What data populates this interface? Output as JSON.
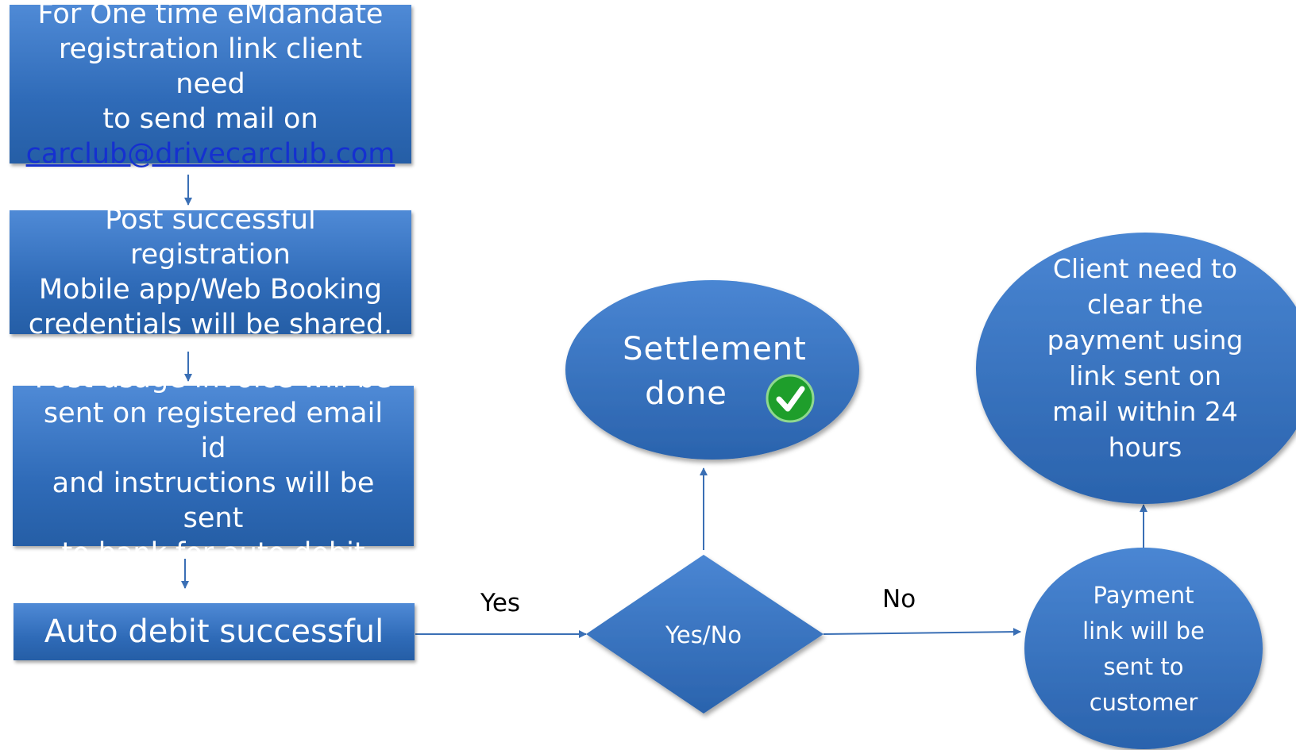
{
  "flow": {
    "step1": {
      "text": "For One time eMdandate\nregistration link client need\nto send mail on",
      "email": "carclub@drivecarclub.com"
    },
    "step2": {
      "text": "Post successful registration\nMobile app/Web Booking\ncredentials will be shared."
    },
    "step3": {
      "text": "Post usage invoice will be\nsent on registered email id\nand instructions will be sent\nto bank for auto debit"
    },
    "step4": {
      "text": "Auto debit successful"
    },
    "decision": {
      "text": "Yes/No"
    },
    "yes_label": "Yes",
    "no_label": "No",
    "settlement": {
      "line1": "Settlement",
      "line2": "done"
    },
    "payment_link": {
      "text": "Payment\nlink will be\nsent to\ncustomer"
    },
    "client_clear": {
      "text": "Client need to\nclear the\npayment using\nlink sent on\nmail within 24\nhours"
    }
  },
  "colors": {
    "node_blue": "#2f6bb8",
    "arrow": "#3a6fb5",
    "check_green": "#1e9e2b",
    "link": "#1530d0"
  }
}
